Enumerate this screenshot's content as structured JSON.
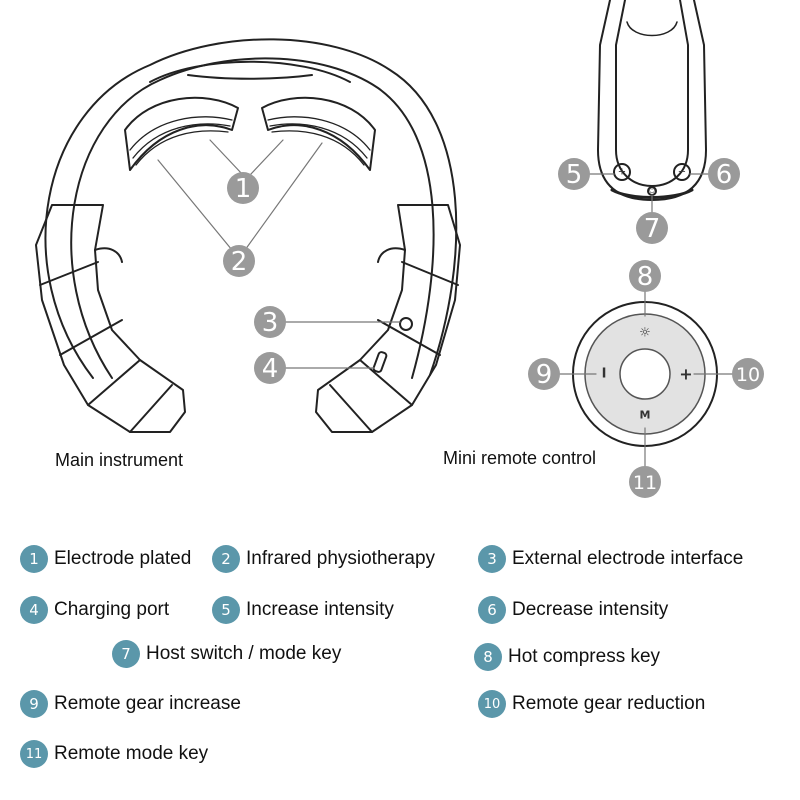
{
  "diagram": {
    "main_caption": "Main instrument",
    "remote_caption": "Mini remote control",
    "callout_numbers": [
      "1",
      "2",
      "3",
      "4",
      "5",
      "6",
      "7",
      "8",
      "9",
      "10",
      "11"
    ],
    "remote_glyphs": {
      "plus_left": "+",
      "minus_right": "−",
      "power": "⏻",
      "sun": "☼",
      "gear_minus": "I",
      "gear_plus": "+",
      "mode": "M"
    }
  },
  "legend": [
    {
      "num": "1",
      "label": "Electrode plated"
    },
    {
      "num": "2",
      "label": "Infrared physiotherapy"
    },
    {
      "num": "3",
      "label": "External electrode interface"
    },
    {
      "num": "4",
      "label": "Charging port"
    },
    {
      "num": "5",
      "label": "Increase intensity"
    },
    {
      "num": "6",
      "label": "Decrease intensity"
    },
    {
      "num": "7",
      "label": "Host switch / mode key"
    },
    {
      "num": "8",
      "label": "Hot compress key"
    },
    {
      "num": "9",
      "label": "Remote gear increase"
    },
    {
      "num": "10",
      "label": "Remote gear reduction"
    },
    {
      "num": "11",
      "label": "Remote mode key"
    }
  ],
  "colors": {
    "badge": "#5b97aa",
    "callout_disc": "#9a9a9a",
    "outline": "#222222",
    "remote_face": "#e2e2e2"
  }
}
